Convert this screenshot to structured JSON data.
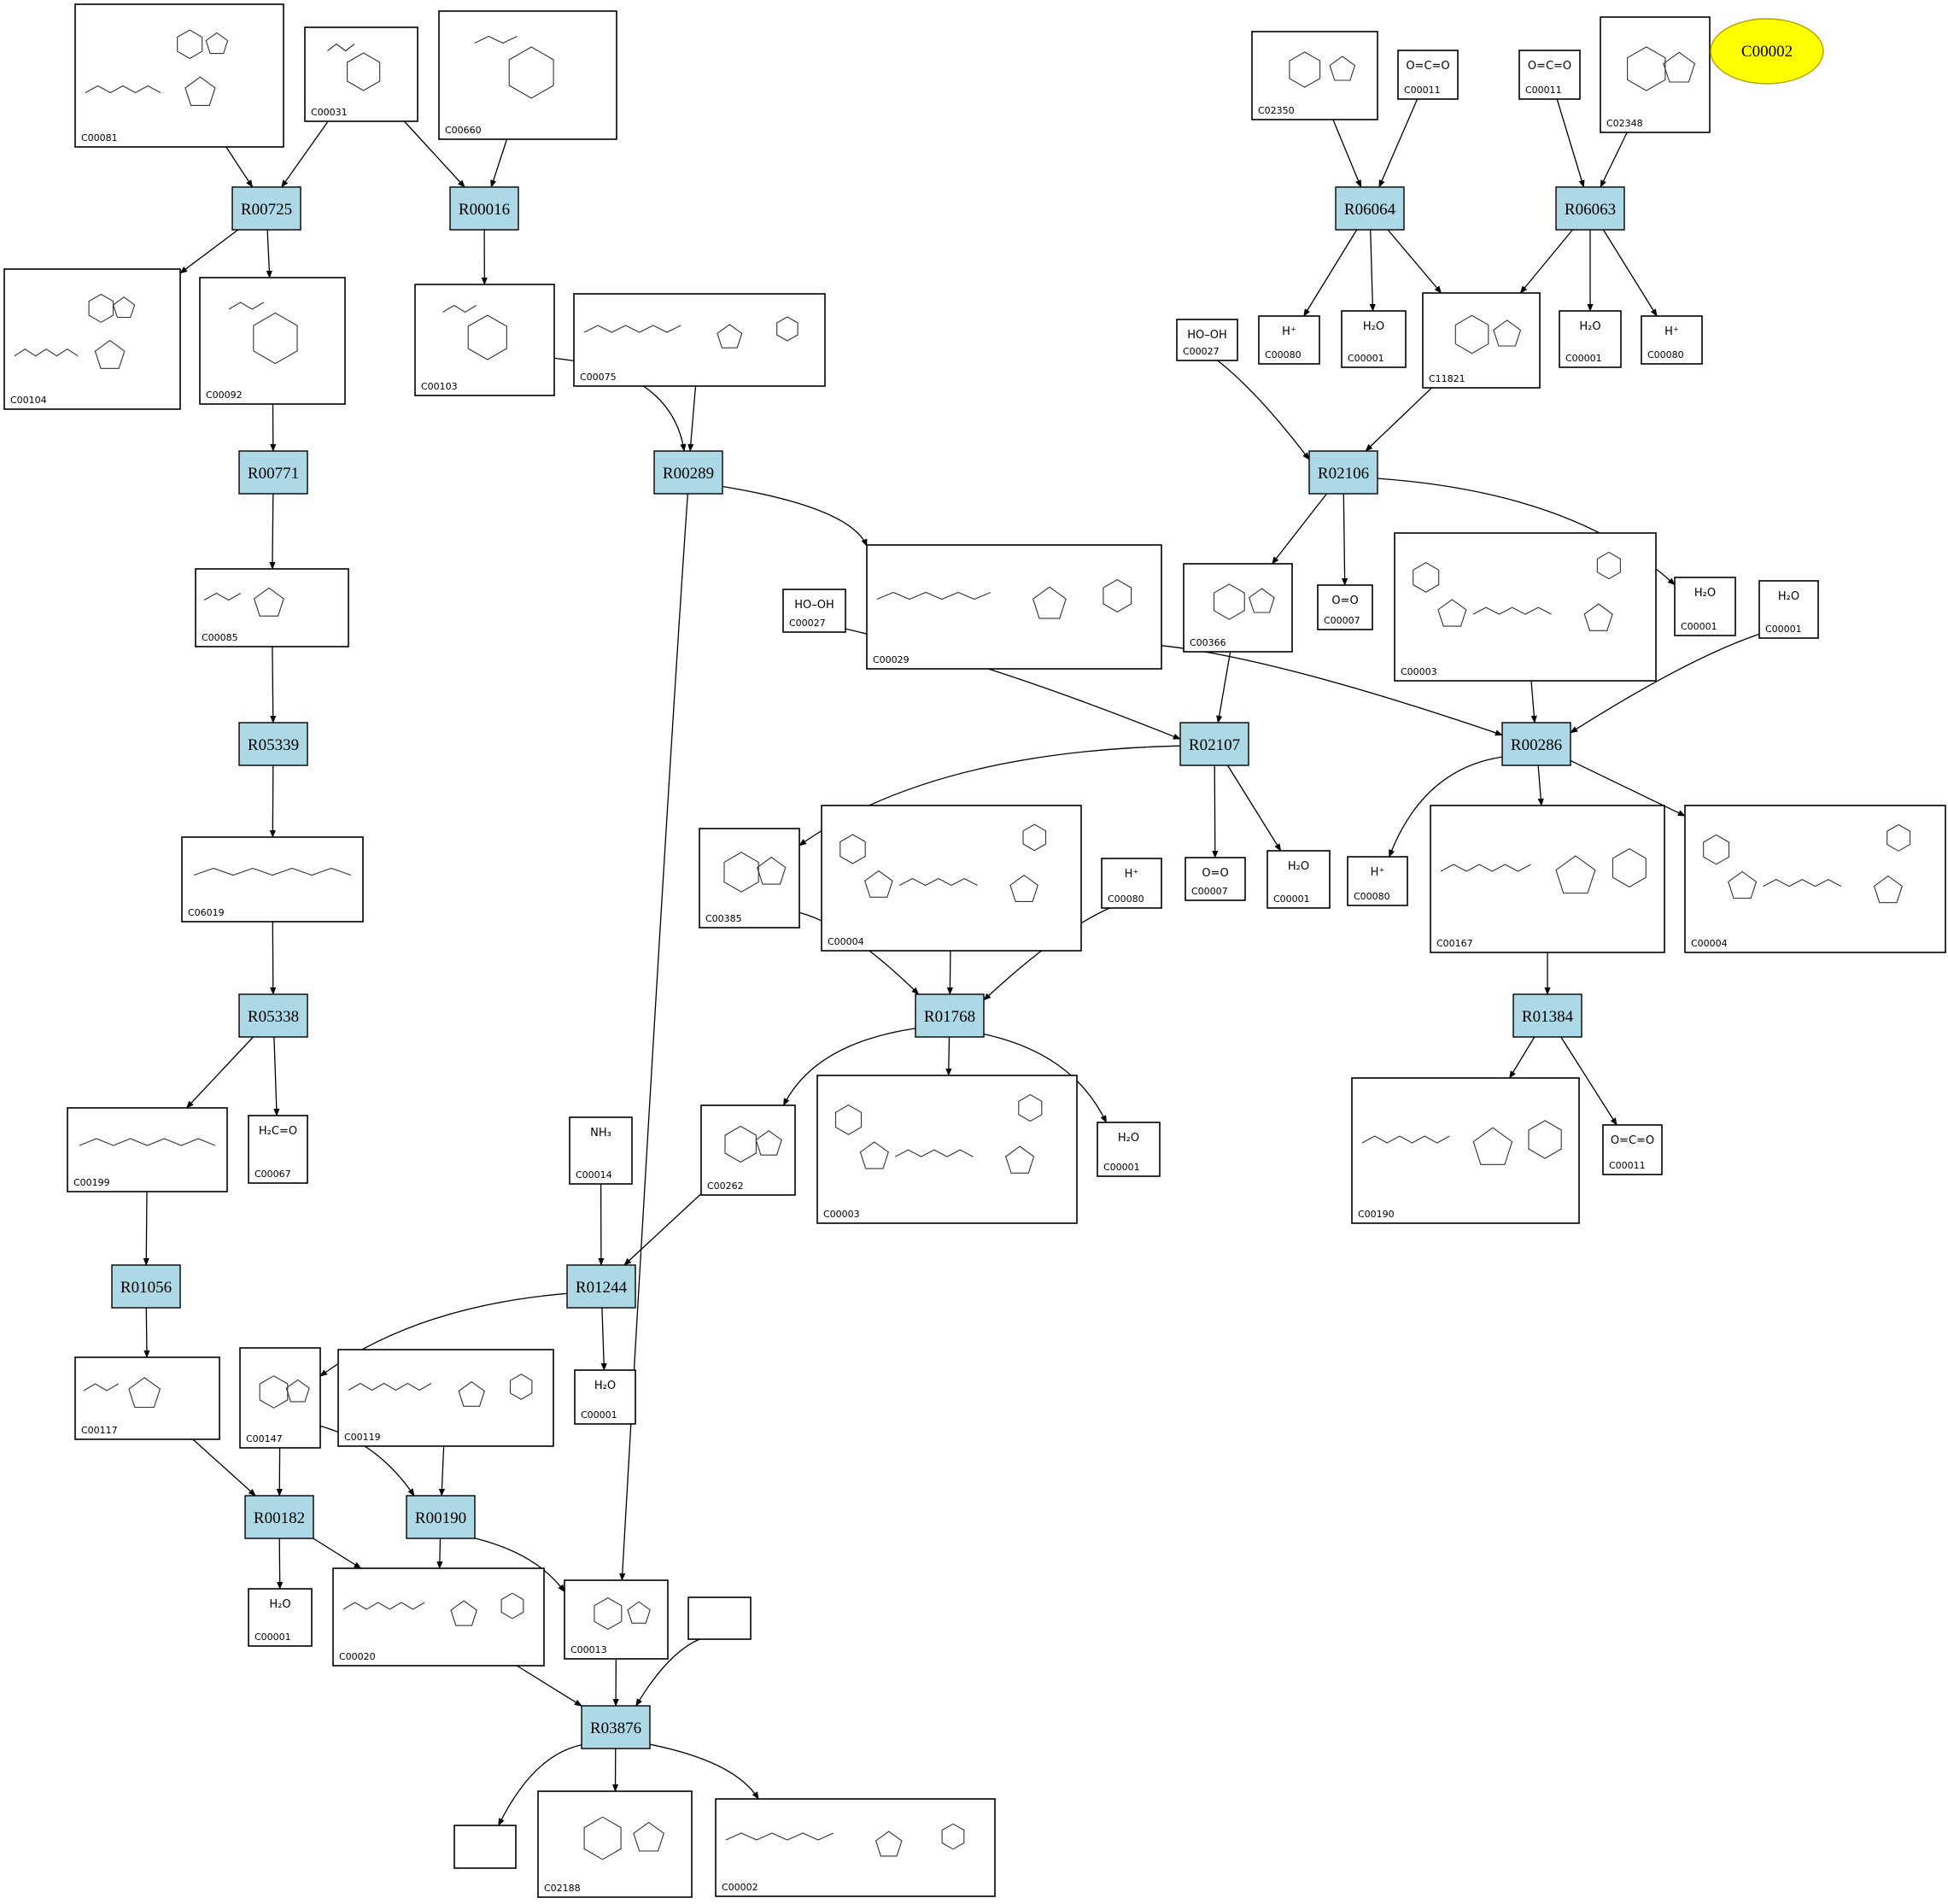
{
  "compounds": [
    {
      "id": "c00081",
      "label": "C00081"
    },
    {
      "id": "c00031",
      "label": "C00031"
    },
    {
      "id": "c00660",
      "label": "C00660"
    },
    {
      "id": "c00104",
      "label": "C00104"
    },
    {
      "id": "c00092",
      "label": "C00092"
    },
    {
      "id": "c00103",
      "label": "C00103"
    },
    {
      "id": "c00075",
      "label": "C00075"
    },
    {
      "id": "c00085",
      "label": "C00085"
    },
    {
      "id": "c06019",
      "label": "C06019"
    },
    {
      "id": "c00199",
      "label": "C00199"
    },
    {
      "id": "c00067",
      "label": "C00067"
    },
    {
      "id": "c00117",
      "label": "C00117"
    },
    {
      "id": "c00147",
      "label": "C00147"
    },
    {
      "id": "c00119",
      "label": "C00119"
    },
    {
      "id": "c00001-r00182",
      "label": "C00001"
    },
    {
      "id": "c00020",
      "label": "C00020"
    },
    {
      "id": "c00013",
      "label": "C00013"
    },
    {
      "id": "c02188",
      "label": "C02188"
    },
    {
      "id": "c00002-out",
      "label": "C00002"
    },
    {
      "id": "c00014",
      "label": "C00014"
    },
    {
      "id": "c00001-r01244",
      "label": "C00001"
    },
    {
      "id": "c00262",
      "label": "C00262"
    },
    {
      "id": "c00003-r01768",
      "label": "C00003"
    },
    {
      "id": "c00001-r01768",
      "label": "C00001"
    },
    {
      "id": "c00385",
      "label": "C00385"
    },
    {
      "id": "c00004-r01768",
      "label": "C00004"
    },
    {
      "id": "c00080-r01768",
      "label": "C00080"
    },
    {
      "id": "c00027-r02107",
      "label": "C00027"
    },
    {
      "id": "c00029",
      "label": "C00029"
    },
    {
      "id": "c00007-r02107",
      "label": "C00007"
    },
    {
      "id": "c00001-r02107",
      "label": "C00001"
    },
    {
      "id": "c00366",
      "label": "C00366"
    },
    {
      "id": "c00007-r02106",
      "label": "C00007"
    },
    {
      "id": "c00003-r00286",
      "label": "C00003"
    },
    {
      "id": "c00001-r02106",
      "label": "C00001"
    },
    {
      "id": "c00001-r00286",
      "label": "C00001"
    },
    {
      "id": "c00080-r00286",
      "label": "C00080"
    },
    {
      "id": "c00167",
      "label": "C00167"
    },
    {
      "id": "c00004-r00286",
      "label": "C00004"
    },
    {
      "id": "c00190",
      "label": "C00190"
    },
    {
      "id": "c00011-r01384",
      "label": "C00011"
    },
    {
      "id": "c02350",
      "label": "C02350"
    },
    {
      "id": "c00011-r06064",
      "label": "C00011"
    },
    {
      "id": "c00011-r06063",
      "label": "C00011"
    },
    {
      "id": "c02348",
      "label": "C02348"
    },
    {
      "id": "c00080-r06064",
      "label": "C00080"
    },
    {
      "id": "c00001-r06064",
      "label": "C00001"
    },
    {
      "id": "c11821",
      "label": "C11821"
    },
    {
      "id": "c00001-r06063",
      "label": "C00001"
    },
    {
      "id": "c00080-r06063",
      "label": "C00080"
    },
    {
      "id": "c00027-r02106",
      "label": "C00027"
    }
  ],
  "formulas": {
    "hooh": "HO–OH",
    "water": "H₂O",
    "oxygen": "O=O",
    "proton": "H⁺",
    "co2": "O=C=O",
    "formaldehyde": "H₂C=O",
    "ammonia": "NH₃"
  },
  "reactions": [
    {
      "id": "r00725",
      "label": "R00725"
    },
    {
      "id": "r00016",
      "label": "R00016"
    },
    {
      "id": "r00771",
      "label": "R00771"
    },
    {
      "id": "r00289",
      "label": "R00289"
    },
    {
      "id": "r05339",
      "label": "R05339"
    },
    {
      "id": "r05338",
      "label": "R05338"
    },
    {
      "id": "r01056",
      "label": "R01056"
    },
    {
      "id": "r01244",
      "label": "R01244"
    },
    {
      "id": "r00182",
      "label": "R00182"
    },
    {
      "id": "r00190",
      "label": "R00190"
    },
    {
      "id": "r03876",
      "label": "R03876"
    },
    {
      "id": "r01768",
      "label": "R01768"
    },
    {
      "id": "r02107",
      "label": "R02107"
    },
    {
      "id": "r00286",
      "label": "R00286"
    },
    {
      "id": "r01384",
      "label": "R01384"
    },
    {
      "id": "r02106",
      "label": "R02106"
    },
    {
      "id": "r06064",
      "label": "R06064"
    },
    {
      "id": "r06063",
      "label": "R06063"
    }
  ],
  "highlight": {
    "label": "C00002",
    "color": "#ffff00"
  },
  "colors": {
    "reaction_fill": "#add8e6",
    "highlight_fill": "#ffff00",
    "edge": "#000000"
  }
}
